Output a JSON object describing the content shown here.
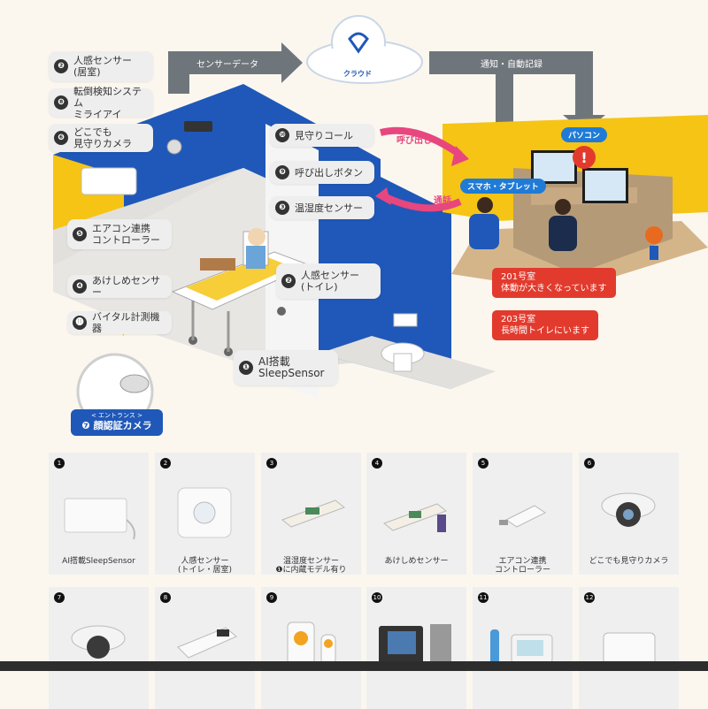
{
  "flow": {
    "sensor_data": "センサーデータ",
    "cloud": "クラウド",
    "notify": "通知・自動記録",
    "call": "呼び出し",
    "talk": "通話",
    "smartphone": "スマホ・タブレット",
    "pc": "パソコン"
  },
  "labels": [
    {
      "num": "❷",
      "text": "人感センサー\n(居室)"
    },
    {
      "num": "❽",
      "text": "転倒検知システム\nミライアイ"
    },
    {
      "num": "❻",
      "text": "どこでも\n見守りカメラ"
    },
    {
      "num": "❺",
      "text": "エアコン連携\nコントローラー"
    },
    {
      "num": "❹",
      "text": "あけしめセンサー"
    },
    {
      "num": "⓫",
      "text": "バイタル計測機器"
    },
    {
      "num": "❿",
      "text": "見守りコール"
    },
    {
      "num": "❾",
      "text": "呼び出しボタン"
    },
    {
      "num": "❸",
      "text": "温湿度センサー"
    },
    {
      "num": "❷",
      "text": "人感センサー\n(トイレ)"
    },
    {
      "num": "❶",
      "text": "AI搭載\nSleepSensor"
    }
  ],
  "entrance": {
    "title": "< エントランス >",
    "num": "❼",
    "label": "顔認証カメラ"
  },
  "alerts": [
    {
      "text": "201号室\n体動が大きくなっています"
    },
    {
      "text": "203号室\n長時間トイレにいます"
    }
  ],
  "products": [
    {
      "num": "1",
      "caption": "AI搭載SleepSensor"
    },
    {
      "num": "2",
      "caption": "人感センサー\n(トイレ・居室)"
    },
    {
      "num": "3",
      "caption": "温湿度センサー\n❶に内蔵モデル有り"
    },
    {
      "num": "4",
      "caption": "あけしめセンサー"
    },
    {
      "num": "5",
      "caption": "エアコン連携\nコントローラー"
    },
    {
      "num": "6",
      "caption": "どこでも見守りカメラ"
    },
    {
      "num": "7",
      "caption": ""
    },
    {
      "num": "8",
      "caption": ""
    },
    {
      "num": "9",
      "caption": ""
    },
    {
      "num": "10",
      "caption": ""
    },
    {
      "num": "11",
      "caption": ""
    },
    {
      "num": "12",
      "caption": ""
    }
  ],
  "colors": {
    "blue": "#1f58b8",
    "yellow": "#f6c415",
    "floor": "#e2e0dc",
    "red": "#e23b2e",
    "pink": "#e8467e",
    "gray_arrow": "#6f767b"
  }
}
